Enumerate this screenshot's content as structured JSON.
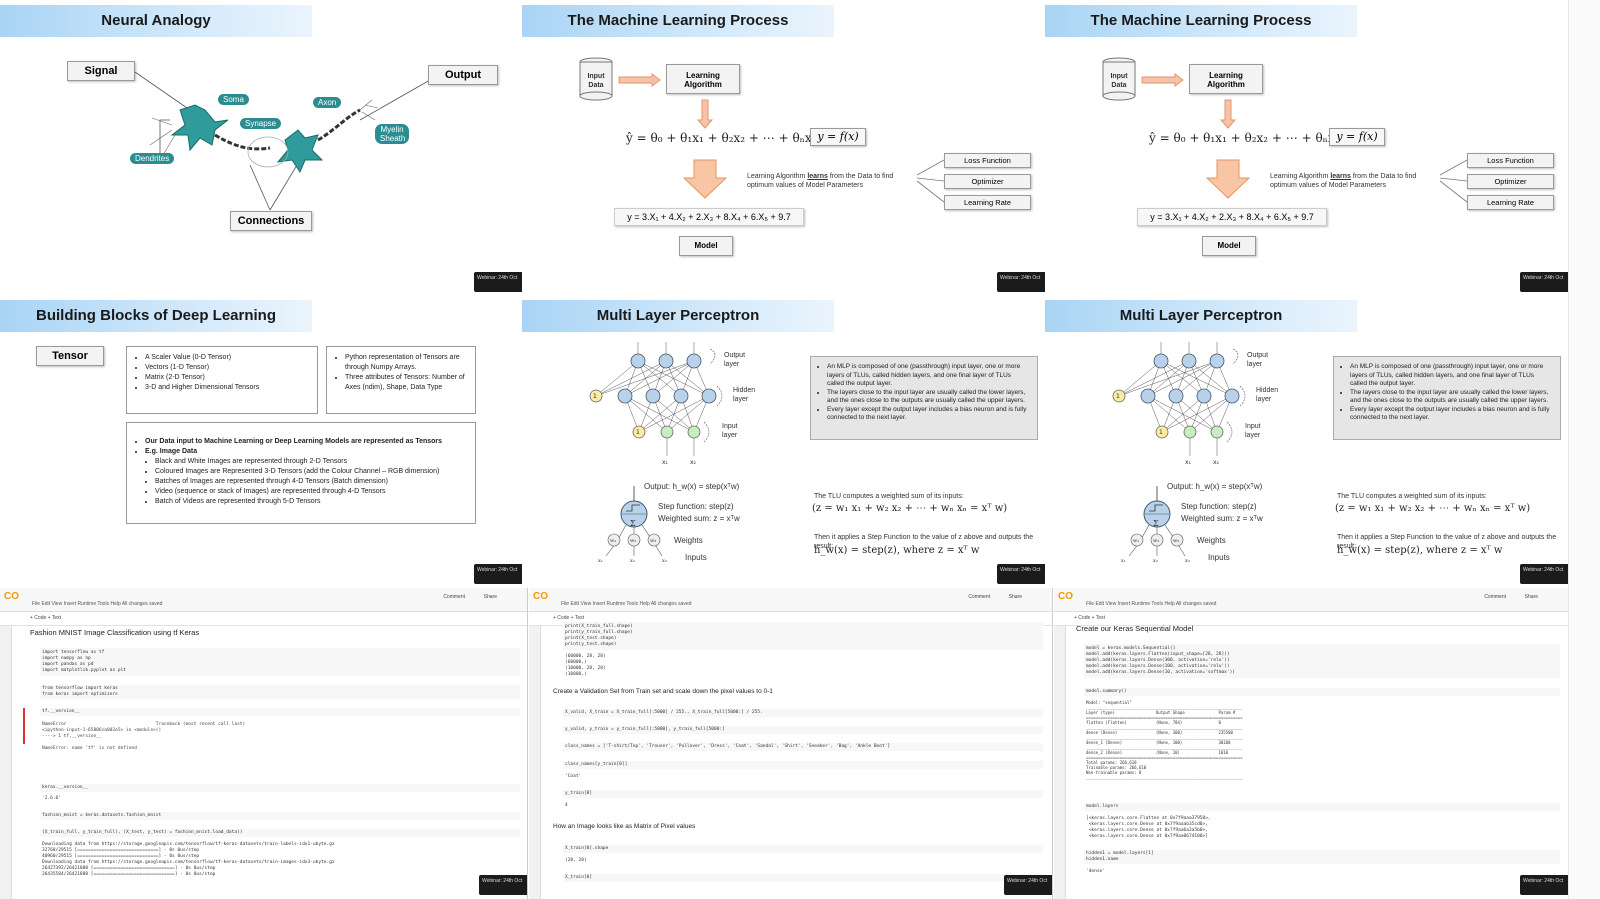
{
  "slides": {
    "neural": {
      "title": "Neural Analogy",
      "labels": {
        "signal": "Signal",
        "output": "Output",
        "connections": "Connections",
        "soma": "Soma",
        "axon": "Axon",
        "synapse": "Synapse",
        "dendrites": "Dendrites",
        "myelin": "Myelin Sheath"
      }
    },
    "ml1": {
      "title": "The Machine Learning Process",
      "input_data": "Input Data",
      "learning_algorithm": "Learning Algorithm",
      "hypothesis": "ŷ = θ₀ + θ₁x₁ + θ₂x₂ + ⋯ + θₙxₙ",
      "yfx": "y = f(x)",
      "learns_text_pre": "Learning Algorithm ",
      "learns_word": "learns",
      "learns_text_post": " from the Data to find optimum values of Model Parameters",
      "loss": "Loss Function",
      "optimizer": "Optimizer",
      "lr": "Learning Rate",
      "model_eq": "y = 3.X₁ + 4.X₂ + 2.X₃ + 8.X₄ + 6.X₅ + 9.7",
      "model": "Model"
    },
    "building": {
      "title": "Building Blocks of Deep Learning",
      "tensor": "Tensor",
      "list1": [
        "A Scaler Value (0-D Tensor)",
        "Vectors (1-D Tensor)",
        "Matrix (2-D Tensor)",
        "3-D and Higher Dimensional Tensors"
      ],
      "list2": [
        "Python representation of Tensors are through Numpy Arrays.",
        "Three attributes of Tensors: Number of Axes (ndim), Shape, Data Type"
      ],
      "list3_head": "Our Data input to Machine Learning or Deep Learning Models are represented as Tensors",
      "list3_eg": "E.g. Image Data",
      "list3_sub": [
        "Black and White Images are represented through 2-D Tensors",
        "Coloured Images are Represented 3-D Tensors (add the Colour Channel – RGB dimension)",
        "Batches of Images are represented through 4-D Tensors (Batch dimension)",
        "Video (sequence or stack of Images) are represented through 4-D Tensors",
        "Batch of Videos are represented through 5-D Tensors"
      ]
    },
    "mlp": {
      "title": "Multi Layer Perceptron",
      "output_layer": "Output layer",
      "hidden_layer": "Hidden layer",
      "input_layer": "Input layer",
      "output_eq": "Output: h_w(x) = step(xᵀw)",
      "step": "Step function: step(z)",
      "wsum": "Weighted sum: z = xᵀw",
      "weights": "Weights",
      "inputs": "Inputs",
      "panel": [
        "An MLP is composed of one (passthrough) input layer, one or more layers of TLUs, called hidden layers, and one final layer of TLUs called the output layer.",
        "The layers close to the input layer are usually called the lower layers, and the ones close to the outputs are usually called the upper layers.",
        "Every layer except the output layer includes a bias neuron and is fully connected to the next layer."
      ],
      "tlu_text": "The TLU computes a weighted sum of its inputs:",
      "tlu_eq": "(z = w₁ x₁ + w₂ x₂ + ⋯ + wₙ xₙ = xᵀ w)",
      "then_text": "Then it applies a Step Function to the value of z above and outputs the result:",
      "then_eq": "h_w(x) = step(z), where z = xᵀ w"
    },
    "webinar": "Webinar: 24th Oct"
  },
  "colab": {
    "logo": "CO",
    "menu": "File   Edit   View   Insert   Runtime   Tools   Help   All changes saved",
    "comment": "Comment",
    "share": "Share",
    "code_btn": "+ Code   + Text",
    "nb1": {
      "section": "Fashion MNIST Image Classification using tf Keras",
      "c1": "import tensorflow as tf\nimport numpy as np\nimport pandas as pd\nimport matplotlib.pyplot as plt",
      "c2": "from tensorflow import keras\nfrom keras import optimizers",
      "c3": "tf.__version__",
      "err": "NameError                                 Traceback (most recent call last)\n<ipython-input-1-65806ca002e5> in <module>()\n----> 1 tf.__version__\n\nNameError: name 'tf' is not defined",
      "c4": "keras.__version__",
      "o4": "'2.6.0'",
      "c5": "fashion_mnist = keras.datasets.fashion_mnist",
      "c6": "(X_train_full, y_train_full), (X_test, y_test) = fashion_mnist.load_data()",
      "o6": "Downloading data from https://storage.googleapis.com/tensorflow/tf-keras-datasets/train-labels-idx1-ubyte.gz\n32768/29515 [==============================] - 0s 0us/step\n40960/29515 [==============================] - 0s 0us/step\nDownloading data from https://storage.googleapis.com/tensorflow/tf-keras-datasets/train-images-idx3-ubyte.gz\n26427392/26421880 [==============================] - 0s 0us/step\n26435584/26421880 [==============================] - 0s 0us/step"
    },
    "nb2": {
      "c1": "print(X_train_full.shape)\nprint(y_train_full.shape)\nprint(X_test.shape)\nprint(y_test.shape)",
      "o1": "(60000, 28, 28)\n(60000,)\n(10000, 28, 28)\n(10000,)",
      "section1": "Create a Validation Set from Train set and scale down the pixel values to 0-1",
      "c2": "X_valid, X_train = X_train_full[:5000] / 255., X_train_full[5000:] / 255.",
      "c3": "y_valid, y_train = y_train_full[:5000], y_train_full[5000:]",
      "c4": "class_names = ['T-shirt/Top', 'Trouser', 'Pullover', 'Dress', 'Coat', 'Sandal', 'Shirt', 'Sneaker', 'Bag', 'Ankle Boot']",
      "c5": "class_names[y_train[0]]",
      "o5": "'Coat'",
      "c6": "y_train[0]",
      "o6": "4",
      "section2": "How an Image looks like as Matrix of Pixel values",
      "c7": "X_train[0].shape",
      "o7": "(28, 28)",
      "c8": "X_train[0]"
    },
    "nb3": {
      "section": "Create our Keras Sequential Model",
      "c1": "model = keras.models.Sequential()\nmodel.add(keras.layers.Flatten(input_shape=[28, 28]))\nmodel.add(keras.layers.Dense(300, activation='relu'))\nmodel.add(keras.layers.Dense(100, activation='relu'))\nmodel.add(keras.layers.Dense(10, activation='softmax'))",
      "c2": "model.summary()",
      "o2": "Model: \"sequential\"\n_________________________________________________________________\nLayer (type)                 Output Shape              Param #\n=================================================================\nflatten (Flatten)            (None, 784)               0\n_________________________________________________________________\ndense (Dense)                (None, 300)               235500\n_________________________________________________________________\ndense_1 (Dense)              (None, 100)               30100\n_________________________________________________________________\ndense_2 (Dense)              (None, 10)                1010\n=================================================================\nTotal params: 266,610\nTrainable params: 266,610\nNon-trainable params: 0\n_________________________________________________________________",
      "c3": "model.layers",
      "o3": "[<keras.layers.core.Flatten at 0x7f9aaa37950>,\n <keras.layers.core.Dense at 0x7f9aaab35cd0>,\n <keras.layers.core.Dense at 0x7f9aa6a3a5b0>,\n <keras.layers.core.Dense at 0x7f9aa0674100>]",
      "c4": "hidden1 = model.layers[1]\nhidden1.name",
      "o4": "'dense'"
    }
  }
}
